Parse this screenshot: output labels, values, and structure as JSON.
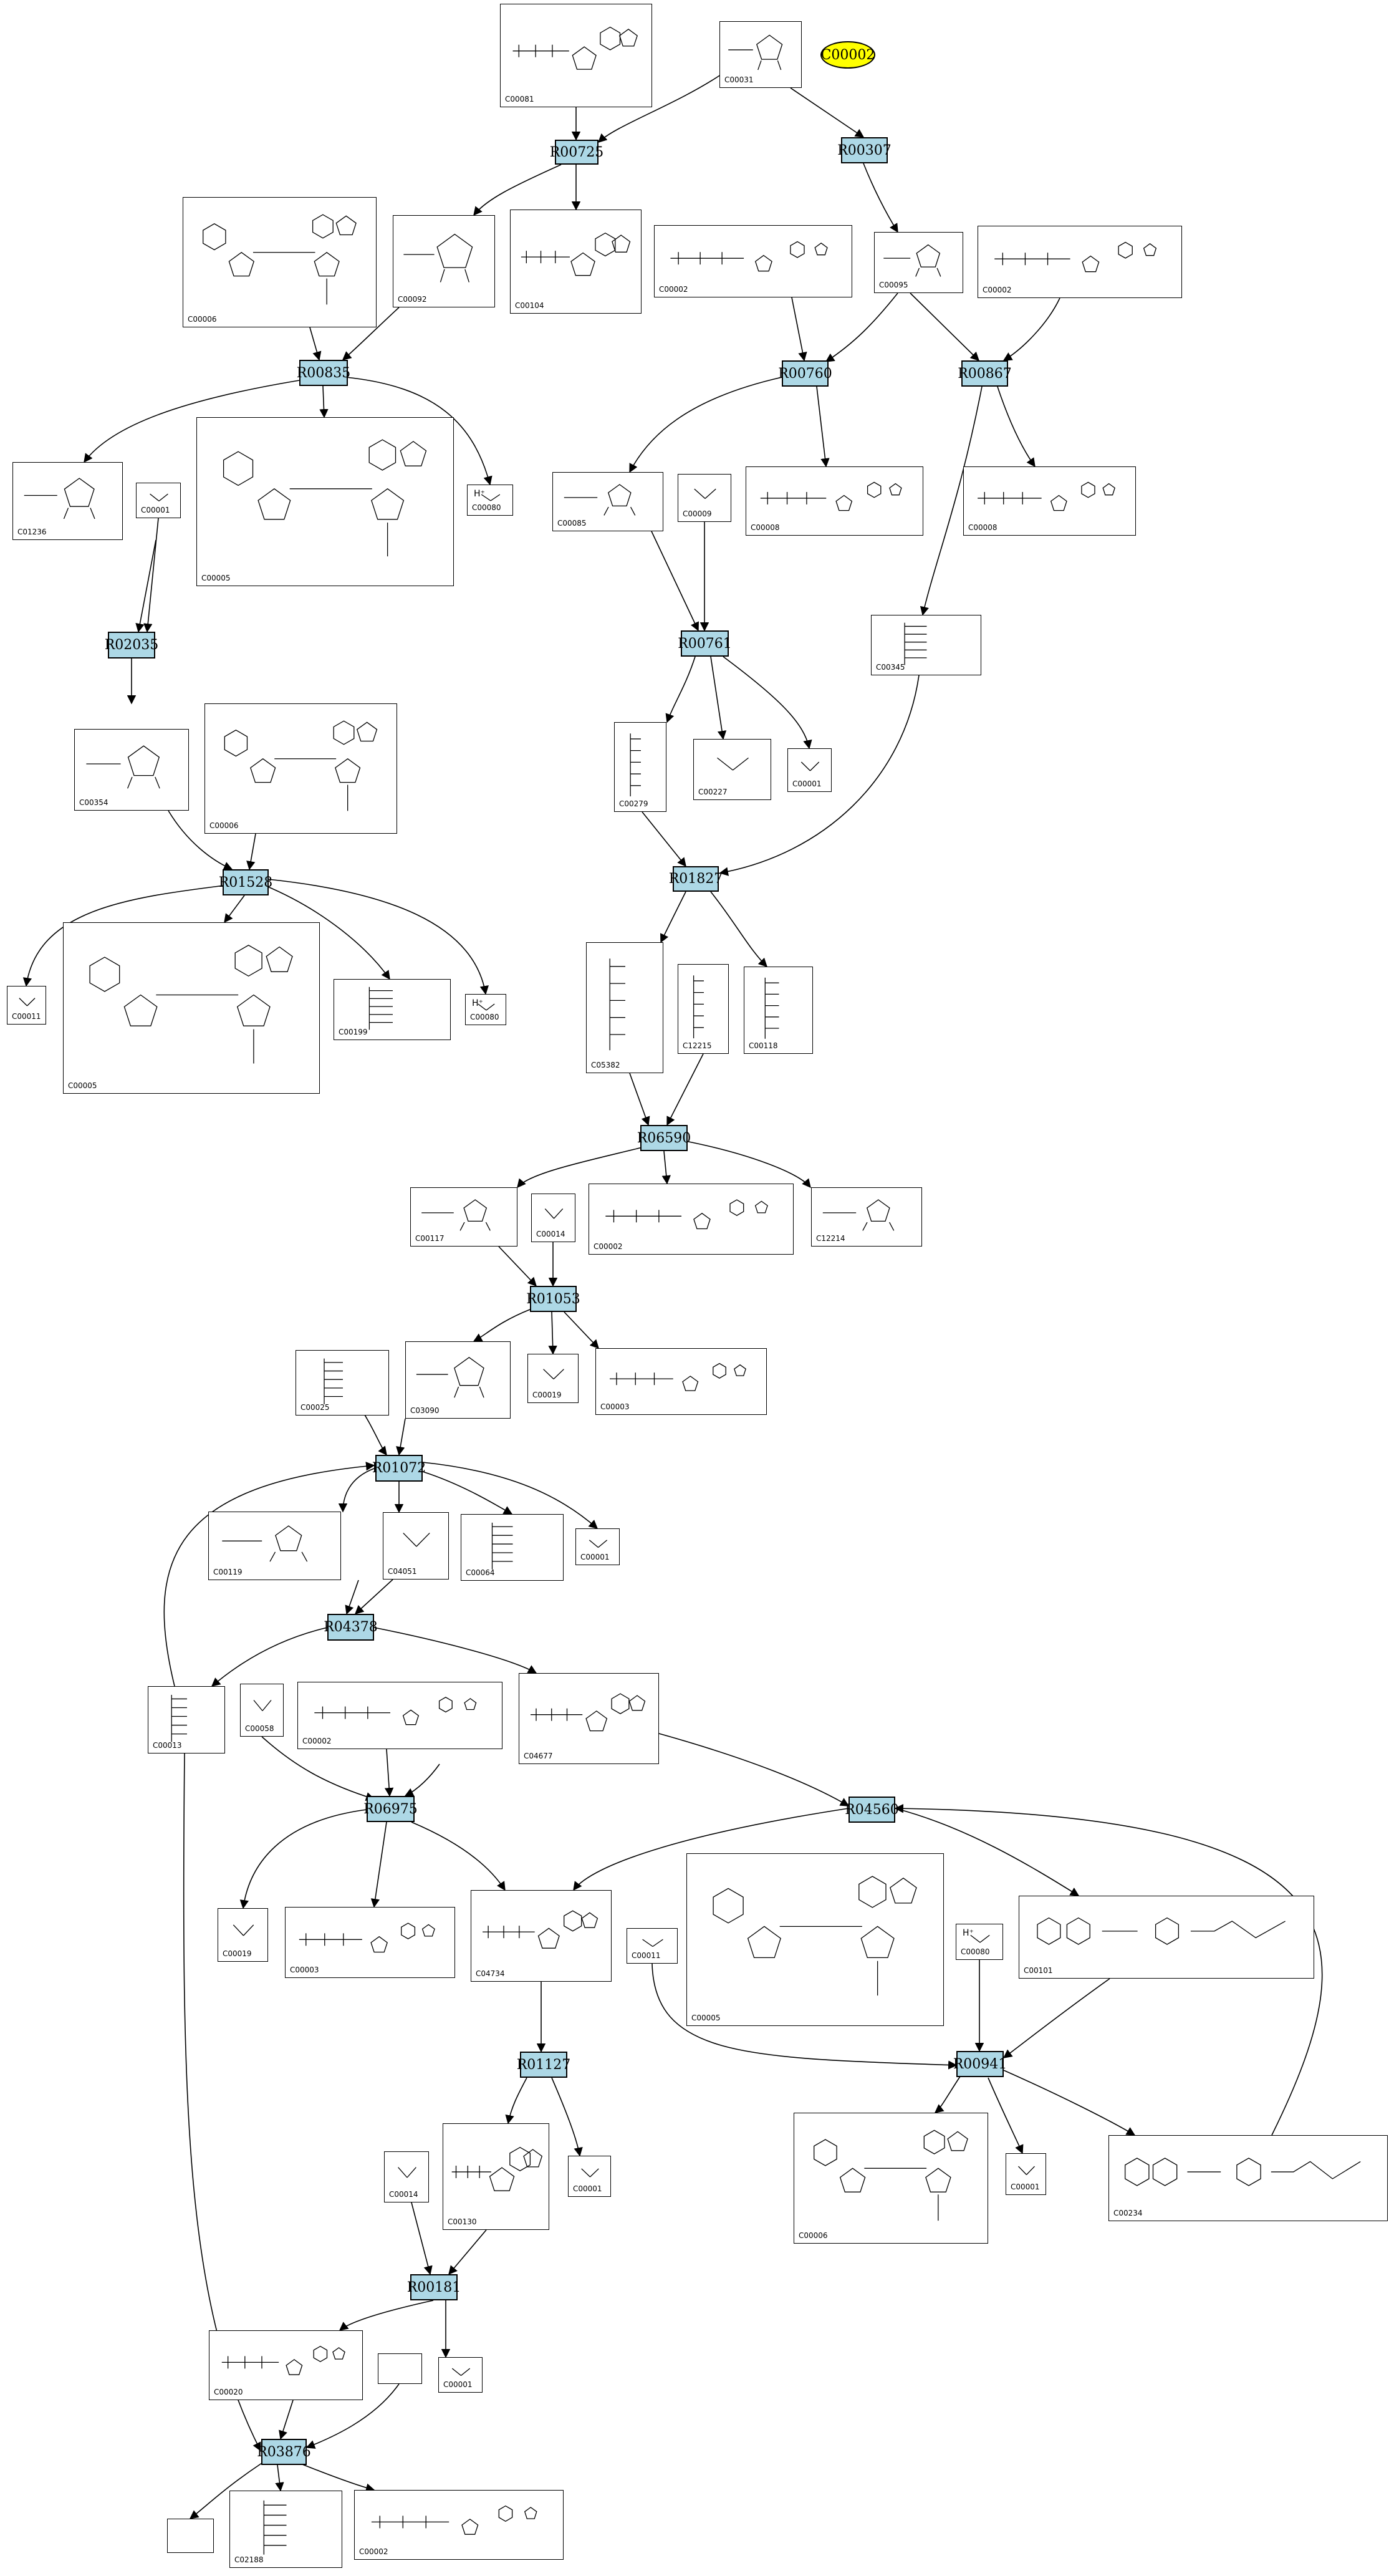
{
  "highlight": {
    "label": "C00002",
    "color": "#ffff00"
  },
  "colors": {
    "reaction_fill": "#add8e6",
    "edge": "#000000",
    "background": "#ffffff"
  },
  "reactions": [
    {
      "id": "R00725"
    },
    {
      "id": "R00307"
    },
    {
      "id": "R00835"
    },
    {
      "id": "R00760"
    },
    {
      "id": "R00867"
    },
    {
      "id": "R02035"
    },
    {
      "id": "R00761"
    },
    {
      "id": "R01528"
    },
    {
      "id": "R01827"
    },
    {
      "id": "R06590"
    },
    {
      "id": "R01053"
    },
    {
      "id": "R01072"
    },
    {
      "id": "R04378"
    },
    {
      "id": "R06975"
    },
    {
      "id": "R04560"
    },
    {
      "id": "R01127"
    },
    {
      "id": "R00941"
    },
    {
      "id": "R00181"
    },
    {
      "id": "R03876"
    }
  ],
  "compounds": [
    {
      "label": "C00081",
      "glyph": "nucleotide"
    },
    {
      "label": "C00031",
      "glyph": "sugar"
    },
    {
      "label": "C00092",
      "glyph": "sugar"
    },
    {
      "label": "C00104",
      "glyph": "nucleotide"
    },
    {
      "label": "C00006",
      "glyph": "dinucleotide"
    },
    {
      "label": "C00002",
      "glyph": "nucleotide"
    },
    {
      "label": "C00095",
      "glyph": "sugar"
    },
    {
      "label": "C00002",
      "glyph": "nucleotide"
    },
    {
      "label": "C01236",
      "glyph": "sugar"
    },
    {
      "label": "C00001",
      "glyph": "small"
    },
    {
      "label": "C00005",
      "glyph": "dinucleotide"
    },
    {
      "label": "C00080",
      "glyph": "small",
      "text": "H⁺"
    },
    {
      "label": "C00085",
      "glyph": "sugar"
    },
    {
      "label": "C00009",
      "glyph": "small"
    },
    {
      "label": "C00008",
      "glyph": "nucleotide"
    },
    {
      "label": "C00008",
      "glyph": "nucleotide"
    },
    {
      "label": "C00345",
      "glyph": "chain"
    },
    {
      "label": "C00006",
      "glyph": "dinucleotide"
    },
    {
      "label": "C00354",
      "glyph": "sugar"
    },
    {
      "label": "C00279",
      "glyph": "chain"
    },
    {
      "label": "C00227",
      "glyph": "small"
    },
    {
      "label": "C00001",
      "glyph": "small"
    },
    {
      "label": "C00011",
      "glyph": "small"
    },
    {
      "label": "C00005",
      "glyph": "dinucleotide"
    },
    {
      "label": "C00199",
      "glyph": "chain"
    },
    {
      "label": "C00080",
      "glyph": "small",
      "text": "H⁺"
    },
    {
      "label": "C05382",
      "glyph": "chain"
    },
    {
      "label": "C12215",
      "glyph": "chain"
    },
    {
      "label": "C00118",
      "glyph": "chain"
    },
    {
      "label": "C00117",
      "glyph": "sugar"
    },
    {
      "label": "C00014",
      "glyph": "small"
    },
    {
      "label": "C00002",
      "glyph": "nucleotide"
    },
    {
      "label": "C12214",
      "glyph": "sugar"
    },
    {
      "label": "C00025",
      "glyph": "chain"
    },
    {
      "label": "C03090",
      "glyph": "sugar"
    },
    {
      "label": "C00019",
      "glyph": "small"
    },
    {
      "label": "C00003",
      "glyph": "nucleotide"
    },
    {
      "label": "C00119",
      "glyph": "sugar"
    },
    {
      "label": "C04051",
      "glyph": "small"
    },
    {
      "label": "C00064",
      "glyph": "chain"
    },
    {
      "label": "C00001",
      "glyph": "small"
    },
    {
      "label": "C00013",
      "glyph": "chain"
    },
    {
      "label": "C00058",
      "glyph": "small"
    },
    {
      "label": "C00002",
      "glyph": "nucleotide"
    },
    {
      "label": "C04677",
      "glyph": "nucleotide"
    },
    {
      "label": "C00019",
      "glyph": "small"
    },
    {
      "label": "C00003",
      "glyph": "nucleotide"
    },
    {
      "label": "C04734",
      "glyph": "nucleotide"
    },
    {
      "label": "C00011",
      "glyph": "small"
    },
    {
      "label": "C00005",
      "glyph": "dinucleotide"
    },
    {
      "label": "C00080",
      "glyph": "small",
      "text": "H⁺"
    },
    {
      "label": "C00101",
      "glyph": "folate"
    },
    {
      "label": "C00130",
      "glyph": "nucleotide"
    },
    {
      "label": "C00001",
      "glyph": "small"
    },
    {
      "label": "C00006",
      "glyph": "dinucleotide"
    },
    {
      "label": "C00001",
      "glyph": "small"
    },
    {
      "label": "C00234",
      "glyph": "folate"
    },
    {
      "label": "C00014",
      "glyph": "small"
    },
    {
      "label": "C00020",
      "glyph": "nucleotide"
    },
    {
      "label": "",
      "glyph": "empty"
    },
    {
      "label": "C00001",
      "glyph": "small"
    },
    {
      "label": "",
      "glyph": "empty"
    },
    {
      "label": "C02188",
      "glyph": "chain"
    },
    {
      "label": "C00002",
      "glyph": "nucleotide"
    }
  ]
}
